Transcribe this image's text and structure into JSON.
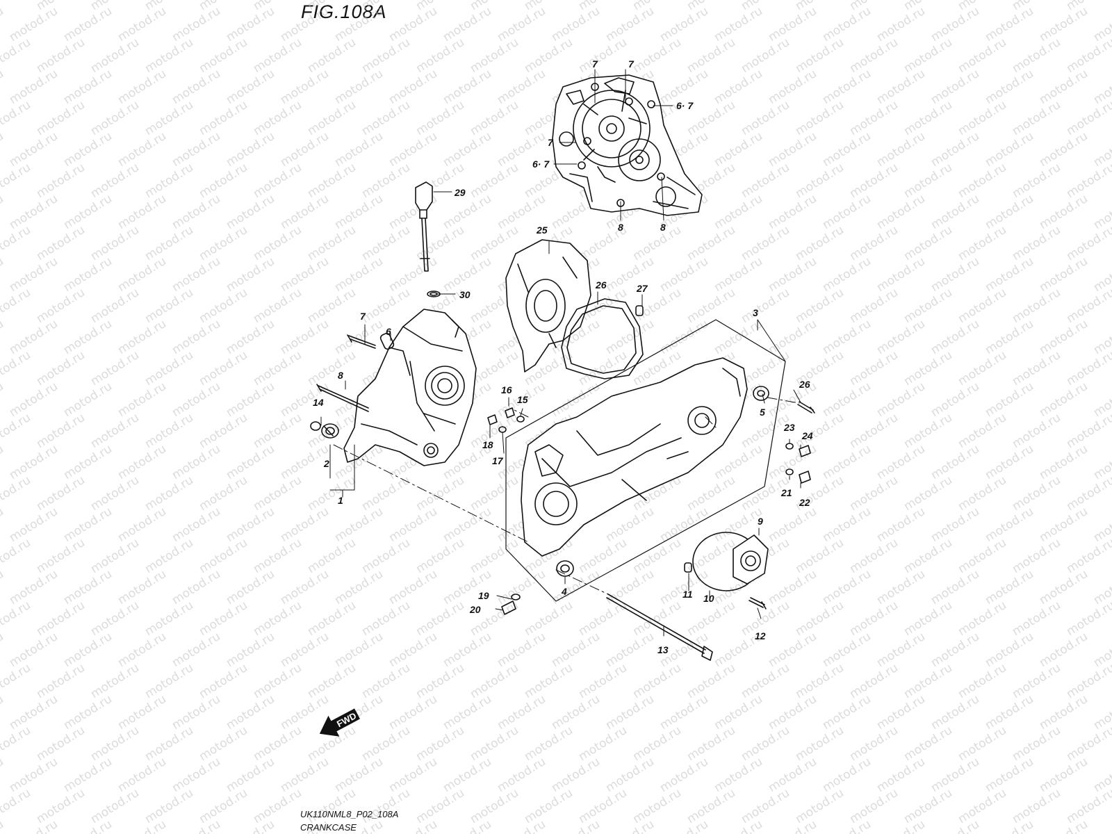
{
  "figure": {
    "title": "FIG.108A",
    "code": "UK110NML8_P02_108A",
    "name": "CRANKCASE"
  },
  "watermark": "motod.ru",
  "fwd_label": "FWD",
  "callouts": [
    {
      "id": "c1",
      "label": "1"
    },
    {
      "id": "c2",
      "label": "2"
    },
    {
      "id": "c3",
      "label": "3"
    },
    {
      "id": "c4",
      "label": "4"
    },
    {
      "id": "c5",
      "label": "5"
    },
    {
      "id": "c6",
      "label": "6"
    },
    {
      "id": "c7a",
      "label": "7"
    },
    {
      "id": "c7b",
      "label": "7"
    },
    {
      "id": "c7c",
      "label": "7"
    },
    {
      "id": "c7d",
      "label": "7"
    },
    {
      "id": "c67a",
      "label": "6· 7"
    },
    {
      "id": "c67b",
      "label": "6· 7"
    },
    {
      "id": "c8a",
      "label": "8"
    },
    {
      "id": "c8b",
      "label": "8"
    },
    {
      "id": "c8c",
      "label": "8"
    },
    {
      "id": "c9",
      "label": "9"
    },
    {
      "id": "c10",
      "label": "10"
    },
    {
      "id": "c11",
      "label": "11"
    },
    {
      "id": "c12",
      "label": "12"
    },
    {
      "id": "c13",
      "label": "13"
    },
    {
      "id": "c14",
      "label": "14"
    },
    {
      "id": "c15",
      "label": "15"
    },
    {
      "id": "c16",
      "label": "16"
    },
    {
      "id": "c17",
      "label": "17"
    },
    {
      "id": "c18",
      "label": "18"
    },
    {
      "id": "c19",
      "label": "19"
    },
    {
      "id": "c20",
      "label": "20"
    },
    {
      "id": "c21",
      "label": "21"
    },
    {
      "id": "c22",
      "label": "22"
    },
    {
      "id": "c23",
      "label": "23"
    },
    {
      "id": "c24",
      "label": "24"
    },
    {
      "id": "c25",
      "label": "25"
    },
    {
      "id": "c26",
      "label": "26"
    },
    {
      "id": "c26b",
      "label": "26"
    },
    {
      "id": "c27",
      "label": "27"
    },
    {
      "id": "c29",
      "label": "29"
    },
    {
      "id": "c30",
      "label": "30"
    }
  ]
}
